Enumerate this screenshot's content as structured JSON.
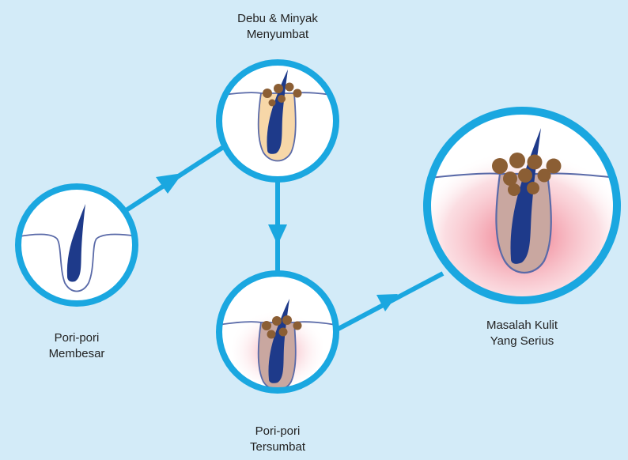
{
  "colors": {
    "background": "#d3ebf8",
    "ring": "#1aa7e0",
    "arrow": "#1aa7e0",
    "hair": "#1e3a8a",
    "dirt": "#8b5e34",
    "inflammation": "#e8415a"
  },
  "stages": [
    {
      "id": "enlarged",
      "line1": "Pori-pori",
      "line2": "Membesar"
    },
    {
      "id": "dust-oil",
      "line1": "Debu & Minyak",
      "line2": "Menyumbat"
    },
    {
      "id": "clogged",
      "line1": "Pori-pori",
      "line2": "Tersumbat"
    },
    {
      "id": "serious",
      "line1": "Masalah Kulit",
      "line2": "Yang Serius"
    }
  ]
}
